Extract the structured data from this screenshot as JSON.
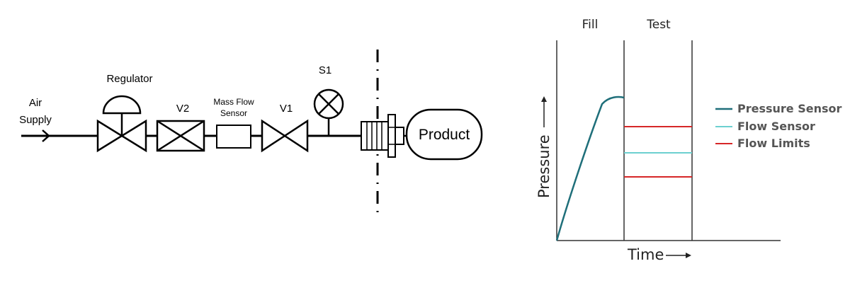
{
  "diagram": {
    "air_supply": [
      "Air",
      "Supply"
    ],
    "regulator": "Regulator",
    "v2": "V2",
    "mass_flow_sensor": [
      "Mass Flow",
      "Sensor"
    ],
    "v1": "V1",
    "s1": "S1",
    "product": "Product"
  },
  "chart": {
    "phase_labels": [
      "Fill",
      "Test"
    ],
    "ylabel": "Pressure",
    "xlabel": "Time",
    "legend": [
      {
        "label": "Pressure Sensor",
        "color": "#1f6f7a"
      },
      {
        "label": "Flow Sensor",
        "color": "#6cd0d0"
      },
      {
        "label": "Flow Limits",
        "color": "#d62728"
      }
    ]
  }
}
